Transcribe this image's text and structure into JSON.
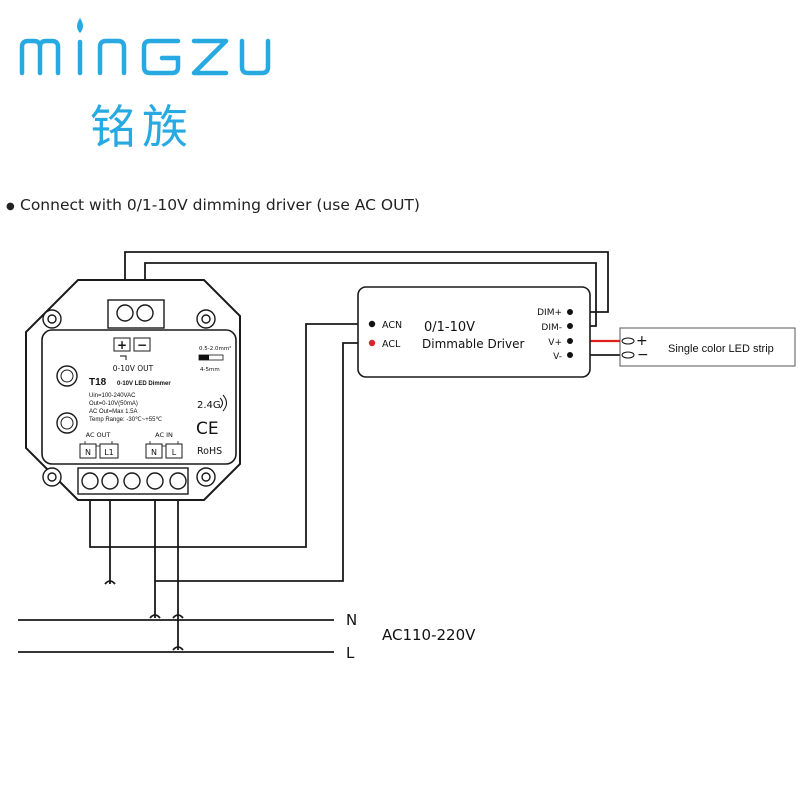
{
  "brand": {
    "name_latin": "MINGZU",
    "name_cjk": "铭族",
    "color": "#27a9e1"
  },
  "heading": {
    "bullet": "●",
    "text": "Connect with 0/1-10V dimming driver (use AC OUT)"
  },
  "dimmer": {
    "out_plus": "+",
    "out_minus": "−",
    "out_label": "0-10V OUT",
    "wire_spec": "0.5-2.0mm²",
    "strip_spec": "4-5mm",
    "model": "T18",
    "model_desc": "0-10V LED Dimmer",
    "spec_lines": [
      "Uin=100-240VAC",
      "Out=0-10V(50mA)",
      "AC Out=Max 1.5A",
      "Temp Range: -30℃~+55℃"
    ],
    "rf_label": "2.4G",
    "ce_mark": "CE",
    "rohs": "RoHS",
    "ac_out_label": "AC OUT",
    "ac_in_label": "AC IN",
    "terminals_out": [
      "N",
      "L1"
    ],
    "terminals_in": [
      "N",
      "L"
    ]
  },
  "driver": {
    "title_line1": "0/1-10V",
    "title_line2": "Dimmable Driver",
    "input_terminals": [
      "ACN",
      "ACL"
    ],
    "output_terminals": [
      "DIM+",
      "DIM-",
      "V+",
      "V-"
    ]
  },
  "led_strip": {
    "plus": "+",
    "minus": "−",
    "label": "Single color LED strip"
  },
  "mains": {
    "n_label": "N",
    "l_label": "L",
    "voltage": "AC110-220V"
  },
  "colors": {
    "wire": "#1a1a1a",
    "positive_wire": "#e0201c",
    "terminal_red": "#d9262c"
  }
}
